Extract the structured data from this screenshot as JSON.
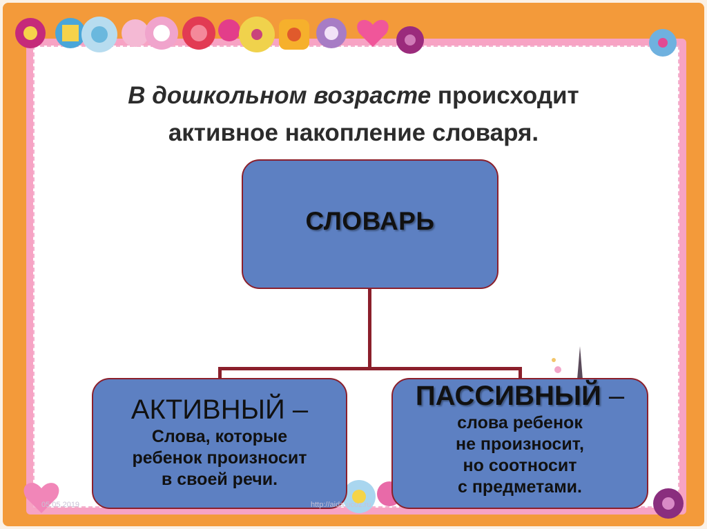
{
  "slide": {
    "title_italic": "В дошкольном возрасте",
    "title_rest": " происходит",
    "title_line2": "активное накопление словаря."
  },
  "chart_data": {
    "type": "table",
    "root": {
      "label": "СЛОВАРЬ"
    },
    "children": [
      {
        "title": "АКТИВНЫЙ –",
        "description": [
          "Слова, которые",
          "ребенок произносит",
          "в своей речи."
        ]
      },
      {
        "title": "ПАССИВНЫЙ",
        "title_suffix": " –",
        "description": [
          "слова ребенок",
          "не произносит,",
          "но соотносит",
          "с предметами."
        ]
      }
    ]
  },
  "footer": {
    "date": "05.05.2019",
    "url": "http://aida.ucoz.ru"
  },
  "colors": {
    "frame_orange": "#f39a3a",
    "frame_pink": "#f7a3c4",
    "box_fill": "#5d80c2",
    "box_border": "#8b1f2b",
    "connector": "#8b1f2b"
  },
  "decorations": [
    "button-icon",
    "heart-icon",
    "flower-icon",
    "star-icon",
    "eiffel-tower-icon"
  ]
}
